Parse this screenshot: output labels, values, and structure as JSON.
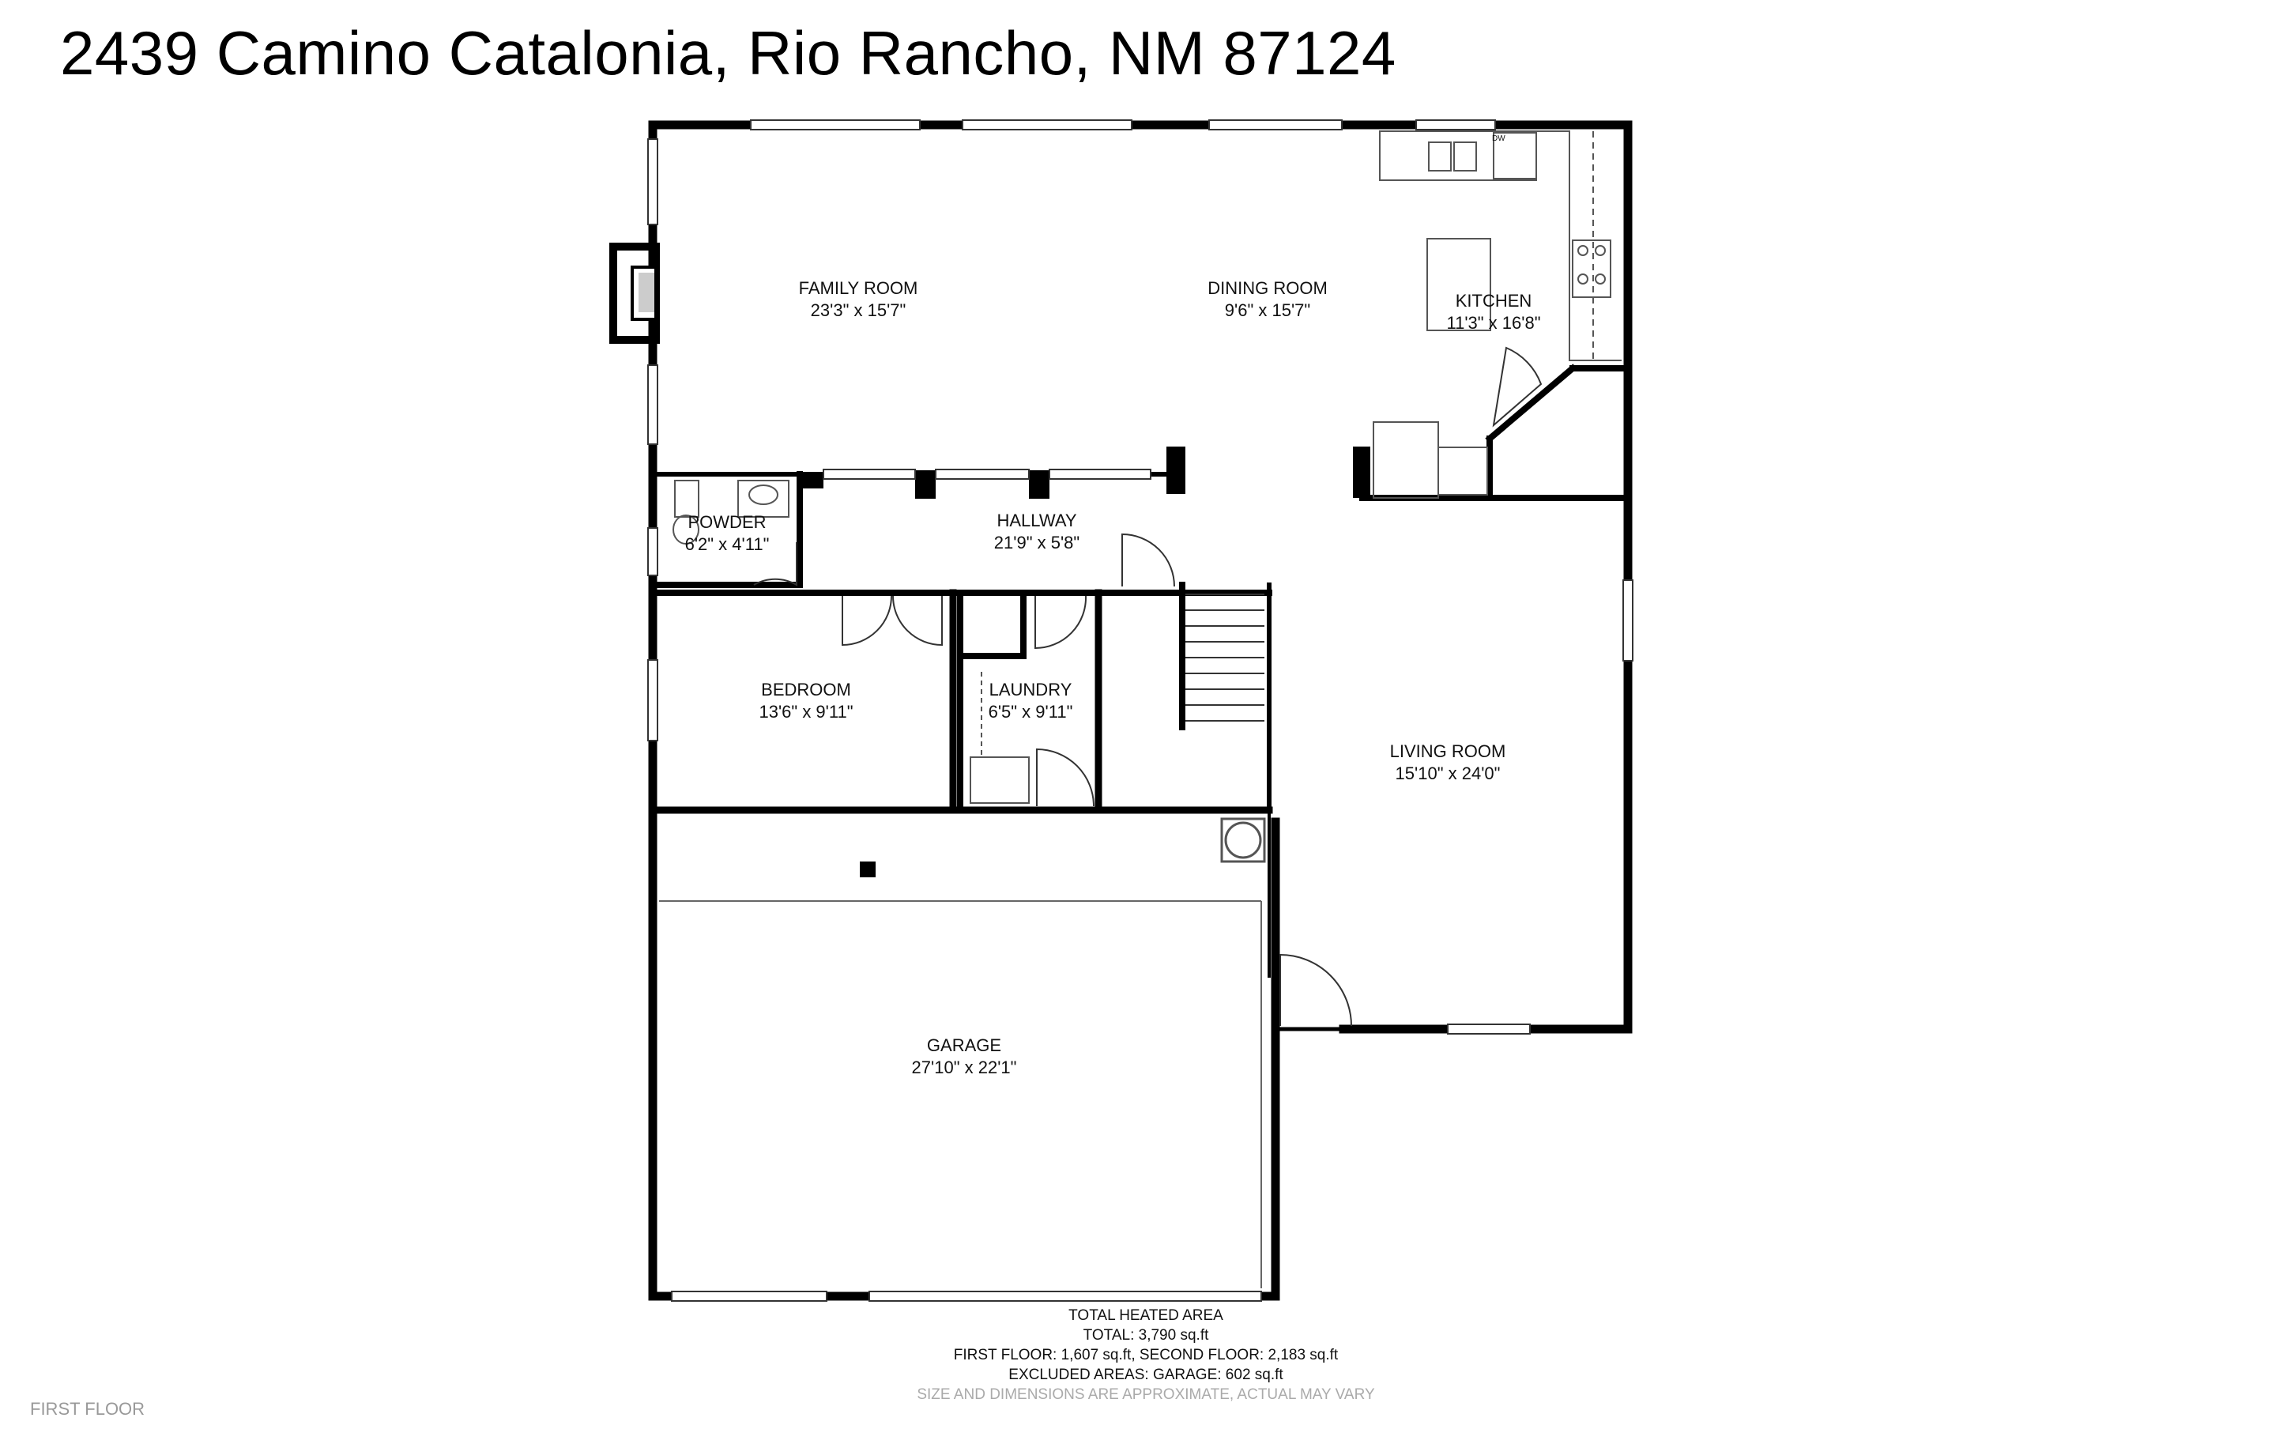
{
  "title": "2439 Camino Catalonia, Rio Rancho, NM 87124",
  "rooms": [
    {
      "id": "family-room",
      "name": "FAMILY ROOM",
      "dims": "23'3\" x 15'7\""
    },
    {
      "id": "dining-room",
      "name": "DINING ROOM",
      "dims": "9'6\" x 15'7\""
    },
    {
      "id": "kitchen",
      "name": "KITCHEN",
      "dims": "11'3\" x 16'8\""
    },
    {
      "id": "powder",
      "name": "POWDER",
      "dims": "6'2\" x 4'11\""
    },
    {
      "id": "hallway",
      "name": "HALLWAY",
      "dims": "21'9\" x 5'8\""
    },
    {
      "id": "bedroom",
      "name": "BEDROOM",
      "dims": "13'6\" x 9'11\""
    },
    {
      "id": "laundry",
      "name": "LAUNDRY",
      "dims": "6'5\" x 9'11\""
    },
    {
      "id": "living-room",
      "name": "LIVING ROOM",
      "dims": "15'10\" x 24'0\""
    },
    {
      "id": "garage",
      "name": "GARAGE",
      "dims": "27'10\" x 22'1\""
    }
  ],
  "appliance_label": "DW",
  "summary": {
    "heading": "TOTAL HEATED AREA",
    "total": "TOTAL: 3,790 sq.ft",
    "floors": "FIRST FLOOR: 1,607 sq.ft, SECOND FLOOR: 2,183 sq.ft",
    "excluded": "EXCLUDED AREAS: GARAGE: 602 sq.ft",
    "disclaimer": "SIZE AND DIMENSIONS ARE APPROXIMATE, ACTUAL MAY VARY"
  },
  "floor_label": "FIRST FLOOR"
}
